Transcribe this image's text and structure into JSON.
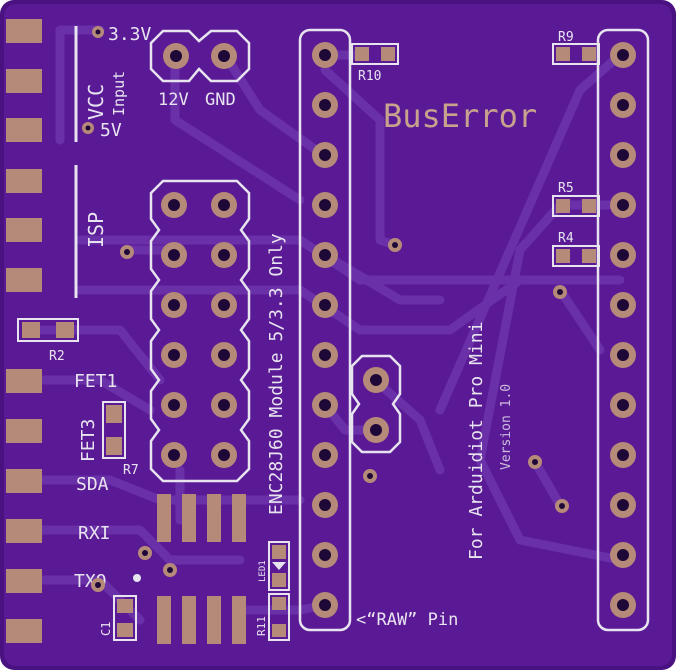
{
  "board": {
    "colors": {
      "substrate": "#5a1a96",
      "board_edge": "#4a1280",
      "trace": "#6a30a8",
      "copper": "#b58a78",
      "silkscreen": "#e8e4ef",
      "title_silk": "#c9a28e",
      "drill": "#1e0838"
    },
    "labels": {
      "v33": "3.3V",
      "v5": "5V",
      "vcc": "VCC",
      "input": "Input",
      "v12": "12V",
      "gnd": "GND",
      "isp": "ISP",
      "fet1": "FET1",
      "fet3": "FET3",
      "sda": "SDA",
      "rxi": "RXI",
      "txo": "TXO",
      "module": "ENC28J60 Module 5/3.3 Only",
      "title": "BusError",
      "for_board": "For Arduidiot Pro Mini",
      "version": "Version 1.0",
      "raw_pin": "<“RAW” Pin"
    },
    "refs": {
      "r2": "R2",
      "r4": "R4",
      "r5": "R5",
      "r7": "R7",
      "r9": "R9",
      "r10": "R10",
      "r11": "R11",
      "c1": "C1",
      "led1": "LED1"
    }
  }
}
